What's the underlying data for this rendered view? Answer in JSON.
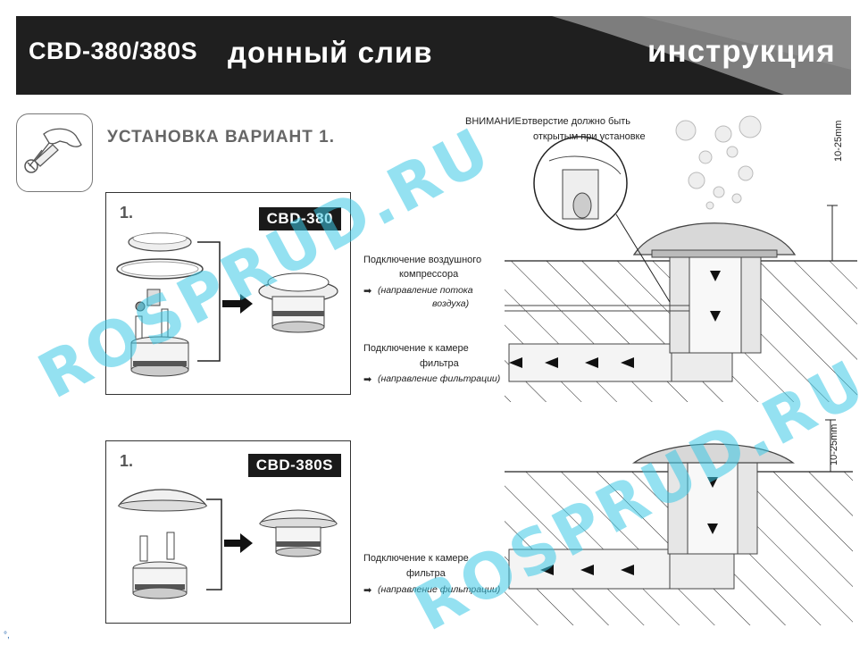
{
  "header": {
    "model": "CBD-380/380S",
    "product": "донный слив",
    "doc_type": "инструкция"
  },
  "section": {
    "title": "УСТАНОВКА  ВАРИАНТ  1."
  },
  "panels": [
    {
      "step": "1.",
      "model": "CBD-380"
    },
    {
      "step": "1.",
      "model": "CBD-380S"
    }
  ],
  "warning": {
    "label": "ВНИМАНИЕ:",
    "line1": "отверстие должно быть",
    "line2": "открытым при установке"
  },
  "diagram_top": {
    "air_label_1": "Подключение  воздушного",
    "air_label_2": "компрессора",
    "air_dir_1": "(направление потока",
    "air_dir_2": "воздуха)",
    "filter_label_1": "Подключение  к камере",
    "filter_label_2": "фильтра",
    "filter_dir": "(направление фильтрации)",
    "depth": "10-25mm"
  },
  "diagram_bottom": {
    "filter_label_1": "Подключение  к камере",
    "filter_label_2": "фильтра",
    "filter_dir": "(направление фильтрации)",
    "depth": "10-25mm"
  },
  "watermark": {
    "text": "ROSPRUD.RU",
    "color": "#3cc8e6"
  },
  "footer": {
    "mark": "°,"
  },
  "colors": {
    "header_band": "#1f1f1f",
    "header_accent": "#7d7d7d",
    "badge": "#1a1a1a"
  }
}
